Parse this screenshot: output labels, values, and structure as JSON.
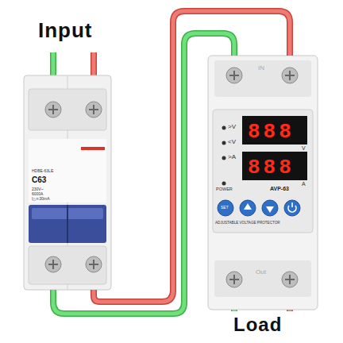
{
  "diagram": {
    "nodes": [
      {
        "text": [
          "C63"
        ]
      },
      {
        "text": [
          "AVP-63"
        ]
      }
    ],
    "edges": [
      {
        "from": 0,
        "to": 1,
        "arrow": "none"
      },
      {
        "from": 0,
        "to": 1,
        "arrow": "none"
      }
    ],
    "labels": [
      "Input",
      "Load",
      "HDBE-63LE",
      "230V~",
      "6000A",
      "I△n:30mA",
      ">V",
      "<V",
      ">A",
      "POWER",
      "888",
      "888",
      "V",
      "A",
      "SET",
      "ADJUSTABLE VOLTAGE PROTECTOR",
      "IN",
      "Out"
    ]
  }
}
